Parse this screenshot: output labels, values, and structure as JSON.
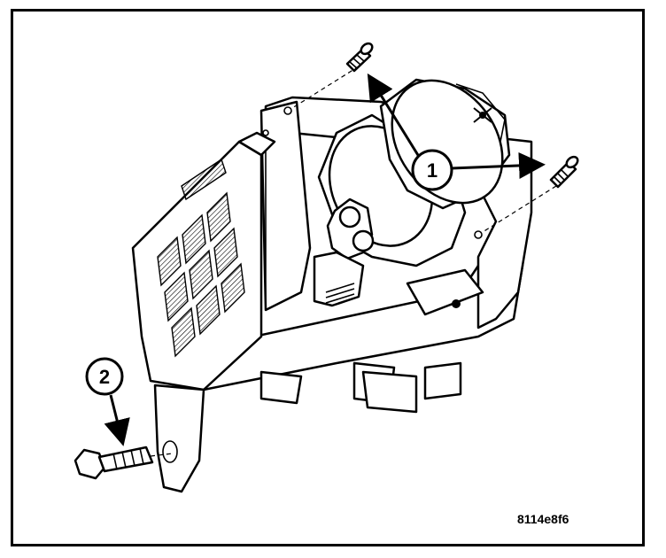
{
  "callouts": [
    {
      "number": "1"
    },
    {
      "number": "2"
    }
  ],
  "image_id": "8114e8f6",
  "colors": {
    "line": "#000000",
    "background": "#ffffff"
  }
}
